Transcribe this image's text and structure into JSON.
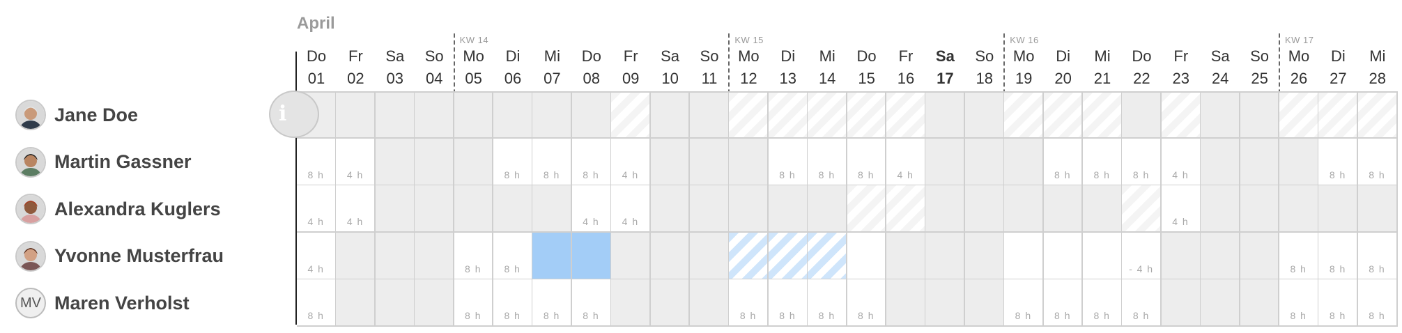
{
  "month": "April",
  "days": [
    {
      "dn": "Do",
      "dd": "01"
    },
    {
      "dn": "Fr",
      "dd": "02"
    },
    {
      "dn": "Sa",
      "dd": "03"
    },
    {
      "dn": "So",
      "dd": "04"
    },
    {
      "dn": "Mo",
      "dd": "05"
    },
    {
      "dn": "Di",
      "dd": "06"
    },
    {
      "dn": "Mi",
      "dd": "07"
    },
    {
      "dn": "Do",
      "dd": "08"
    },
    {
      "dn": "Fr",
      "dd": "09"
    },
    {
      "dn": "Sa",
      "dd": "10"
    },
    {
      "dn": "So",
      "dd": "11"
    },
    {
      "dn": "Mo",
      "dd": "12"
    },
    {
      "dn": "Di",
      "dd": "13"
    },
    {
      "dn": "Mi",
      "dd": "14"
    },
    {
      "dn": "Do",
      "dd": "15"
    },
    {
      "dn": "Fr",
      "dd": "16"
    },
    {
      "dn": "Sa",
      "dd": "17",
      "today": true
    },
    {
      "dn": "So",
      "dd": "18"
    },
    {
      "dn": "Mo",
      "dd": "19"
    },
    {
      "dn": "Di",
      "dd": "20"
    },
    {
      "dn": "Mi",
      "dd": "21"
    },
    {
      "dn": "Do",
      "dd": "22"
    },
    {
      "dn": "Fr",
      "dd": "23"
    },
    {
      "dn": "Sa",
      "dd": "24"
    },
    {
      "dn": "So",
      "dd": "25"
    },
    {
      "dn": "Mo",
      "dd": "26"
    },
    {
      "dn": "Di",
      "dd": "27"
    },
    {
      "dn": "Mi",
      "dd": "28"
    }
  ],
  "weeks": [
    {
      "label": "KW 14",
      "day_index": 4
    },
    {
      "label": "KW 15",
      "day_index": 11
    },
    {
      "label": "KW 16",
      "day_index": 18
    },
    {
      "label": "KW 17",
      "day_index": 25
    }
  ],
  "info_icon": "i",
  "people": [
    {
      "name": "Jane Doe",
      "avatar": "photo",
      "cells": [
        "g",
        "g",
        "g",
        "g",
        "g",
        "g",
        "g",
        "g",
        "h",
        "g",
        "g",
        "h",
        "h",
        "h",
        "h",
        "h",
        "g",
        "g",
        "h",
        "h",
        "h",
        "g",
        "h",
        "g",
        "g",
        "h",
        "h",
        "h"
      ],
      "hours": [
        "",
        "",
        "",
        "",
        "",
        "",
        "",
        "",
        "",
        "",
        "",
        "",
        "",
        "",
        "",
        "",
        "",
        "",
        "",
        "",
        "",
        "",
        "",
        "",
        "",
        "",
        "",
        ""
      ]
    },
    {
      "name": "Martin Gassner",
      "avatar": "photo",
      "cells": [
        "w",
        "w",
        "g",
        "g",
        "g",
        "w",
        "w",
        "w",
        "w",
        "g",
        "g",
        "g",
        "w",
        "w",
        "w",
        "w",
        "g",
        "g",
        "g",
        "w",
        "w",
        "w",
        "w",
        "g",
        "g",
        "g",
        "w",
        "w"
      ],
      "hours": [
        "8 h",
        "4 h",
        "",
        "",
        "",
        "8 h",
        "8 h",
        "8 h",
        "4 h",
        "",
        "",
        "",
        "8 h",
        "8 h",
        "8 h",
        "4 h",
        "",
        "",
        "",
        "8 h",
        "8 h",
        "8 h",
        "4 h",
        "",
        "",
        "",
        "8 h",
        "8 h"
      ]
    },
    {
      "name": "Alexandra Kuglers",
      "avatar": "photo",
      "cells": [
        "w",
        "w",
        "g",
        "g",
        "g",
        "g",
        "g",
        "w",
        "w",
        "g",
        "g",
        "g",
        "g",
        "g",
        "h",
        "h",
        "g",
        "g",
        "g",
        "g",
        "g",
        "h",
        "w",
        "g",
        "g",
        "g",
        "g",
        "g"
      ],
      "hours": [
        "4 h",
        "4 h",
        "",
        "",
        "",
        "",
        "",
        "4 h",
        "4 h",
        "",
        "",
        "",
        "",
        "",
        "",
        "",
        "",
        "",
        "",
        "",
        "",
        "",
        "4 h",
        "",
        "",
        "",
        "",
        ""
      ]
    },
    {
      "name": "Yvonne Musterfrau",
      "avatar": "photo",
      "cells": [
        "w",
        "g",
        "g",
        "g",
        "w",
        "w",
        "b",
        "b",
        "g",
        "g",
        "g",
        "bh",
        "bh",
        "bh",
        "w",
        "g",
        "g",
        "g",
        "w",
        "w",
        "w",
        "w",
        "g",
        "g",
        "g",
        "w",
        "w",
        "w"
      ],
      "hours": [
        "4 h",
        "",
        "",
        "",
        "8 h",
        "8 h",
        "",
        "",
        "",
        "",
        "",
        "",
        "",
        "",
        "",
        "",
        "",
        "",
        "",
        "",
        "",
        "- 4 h",
        "",
        "",
        "",
        "8 h",
        "8 h",
        "8 h"
      ]
    },
    {
      "name": "Maren Verholst",
      "avatar": "initials",
      "initials": "MV",
      "cells": [
        "w",
        "g",
        "g",
        "g",
        "w",
        "w",
        "w",
        "w",
        "g",
        "g",
        "g",
        "w",
        "w",
        "w",
        "w",
        "g",
        "g",
        "g",
        "w",
        "w",
        "w",
        "w",
        "g",
        "g",
        "g",
        "w",
        "w",
        "w"
      ],
      "hours": [
        "8 h",
        "",
        "",
        "",
        "8 h",
        "8 h",
        "8 h",
        "8 h",
        "",
        "",
        "",
        "8 h",
        "8 h",
        "8 h",
        "8 h",
        "",
        "",
        "",
        "8 h",
        "8 h",
        "8 h",
        "8 h",
        "",
        "",
        "",
        "8 h",
        "8 h",
        "8 h"
      ]
    }
  ],
  "colors": {
    "grey": "#ededed",
    "blue": "#a3cdf7",
    "border": "#cfcfcf"
  }
}
